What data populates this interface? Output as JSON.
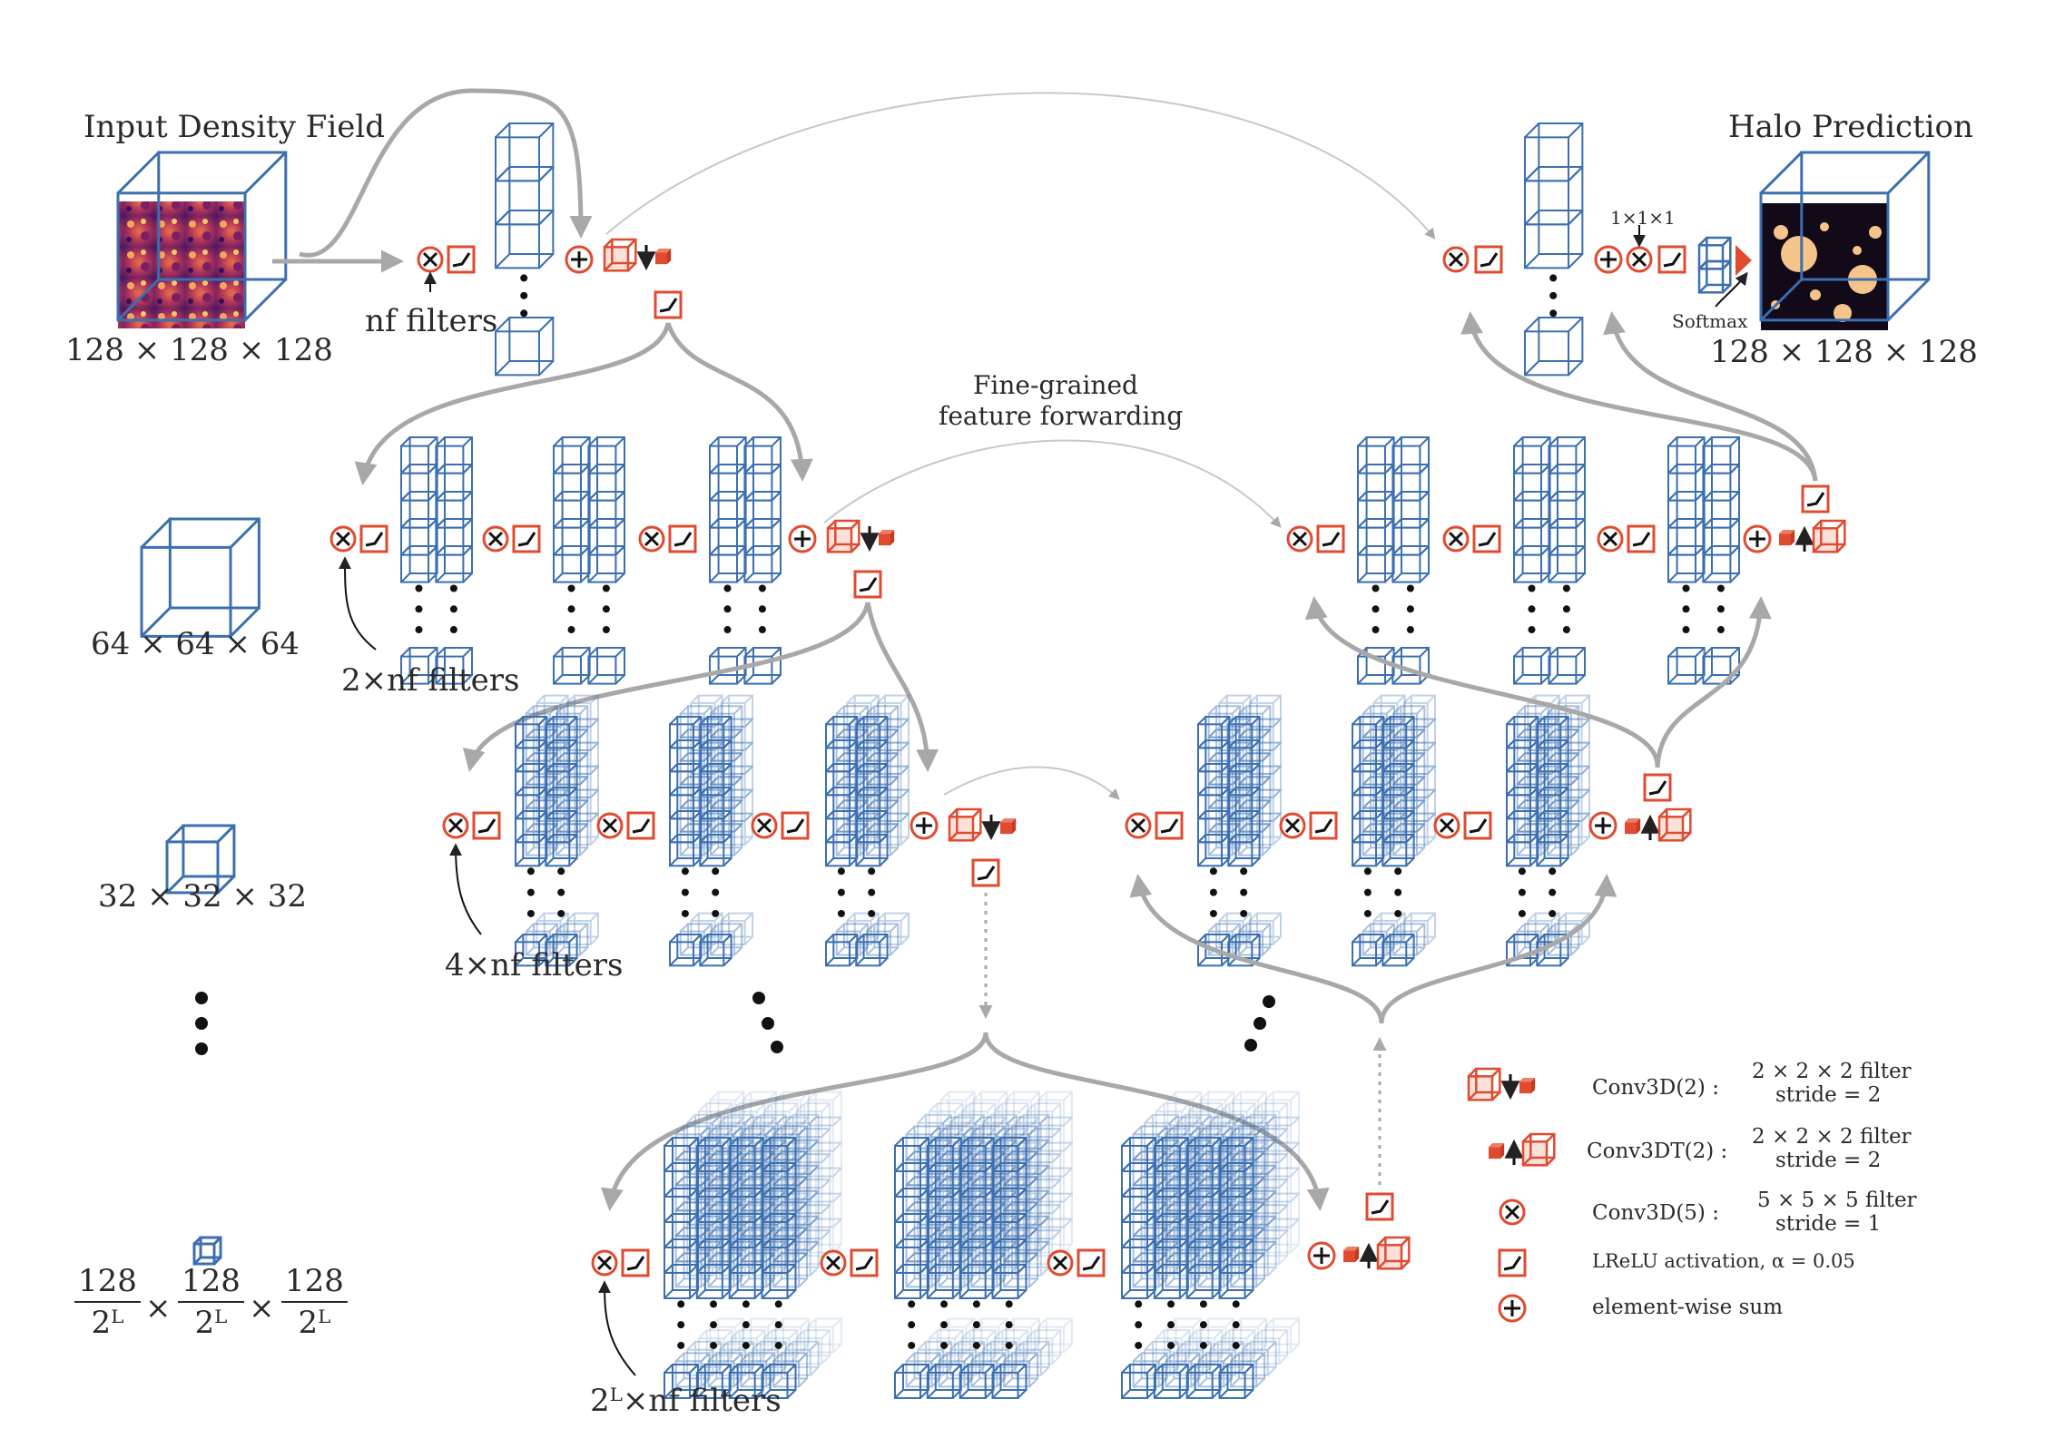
{
  "titles": {
    "input": "Input Density Field",
    "output": "Halo Prediction"
  },
  "sizes": {
    "input": "128 × 128 × 128",
    "output": "128 × 128 × 128",
    "level2": "64 × 64 × 64",
    "level3": "32 × 32 × 32",
    "bottom_num": "128",
    "bottom_den": "2ᴸ",
    "times": "×"
  },
  "filters": {
    "level1": "nf filters",
    "level2": "2×nf filters",
    "level3": "4×nf filters",
    "bottom": "2ᴸ×nf filters"
  },
  "annotations": {
    "forwarding_line1": "Fine-grained",
    "forwarding_line2": "feature forwarding",
    "one_by_one": "1×1×1",
    "softmax": "Softmax"
  },
  "legend": [
    {
      "name": "Conv3D(2) :",
      "desc1": "2 × 2 × 2 filter",
      "desc2": "stride = 2"
    },
    {
      "name": "Conv3DT(2) :",
      "desc1": "2 × 2 × 2 filter",
      "desc2": "stride = 2"
    },
    {
      "name": "Conv3D(5) :",
      "desc1": "5 × 5 × 5 filter",
      "desc2": "stride = 1"
    },
    {
      "name": "LReLU activation,  α = 0.05",
      "desc1": "",
      "desc2": ""
    },
    {
      "name": "element-wise sum",
      "desc1": "",
      "desc2": ""
    }
  ],
  "colors": {
    "blue": "#3b6fb0",
    "red": "#e04b30",
    "arrow": "#a8a8a8",
    "text": "#2a2a2a"
  }
}
